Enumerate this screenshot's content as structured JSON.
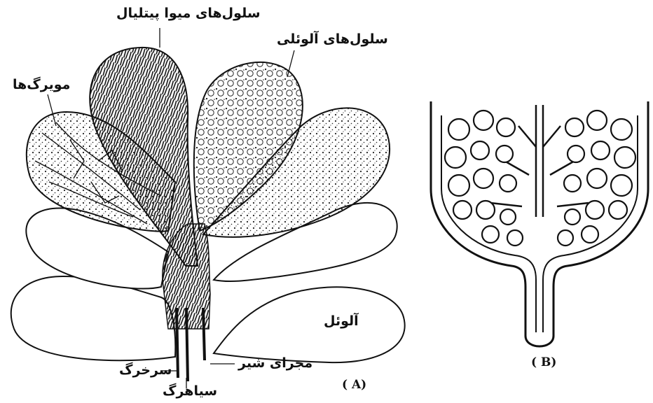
{
  "figure_a": {
    "caption": "( A)",
    "labels": {
      "myoepithelial_cells": "سلول‌های میوا پیتلیال",
      "alveolar_cells": "سلول‌های آلوئلی",
      "capillaries": "مویرگ‌ها",
      "alveolus": "آلوئل",
      "milk_duct": "مجرای شیر",
      "artery": "سرخرگ",
      "vein": "سیاهرگ"
    }
  },
  "figure_b": {
    "caption": "( B)"
  },
  "colors": {
    "ink": "#111111",
    "background": "#ffffff"
  }
}
